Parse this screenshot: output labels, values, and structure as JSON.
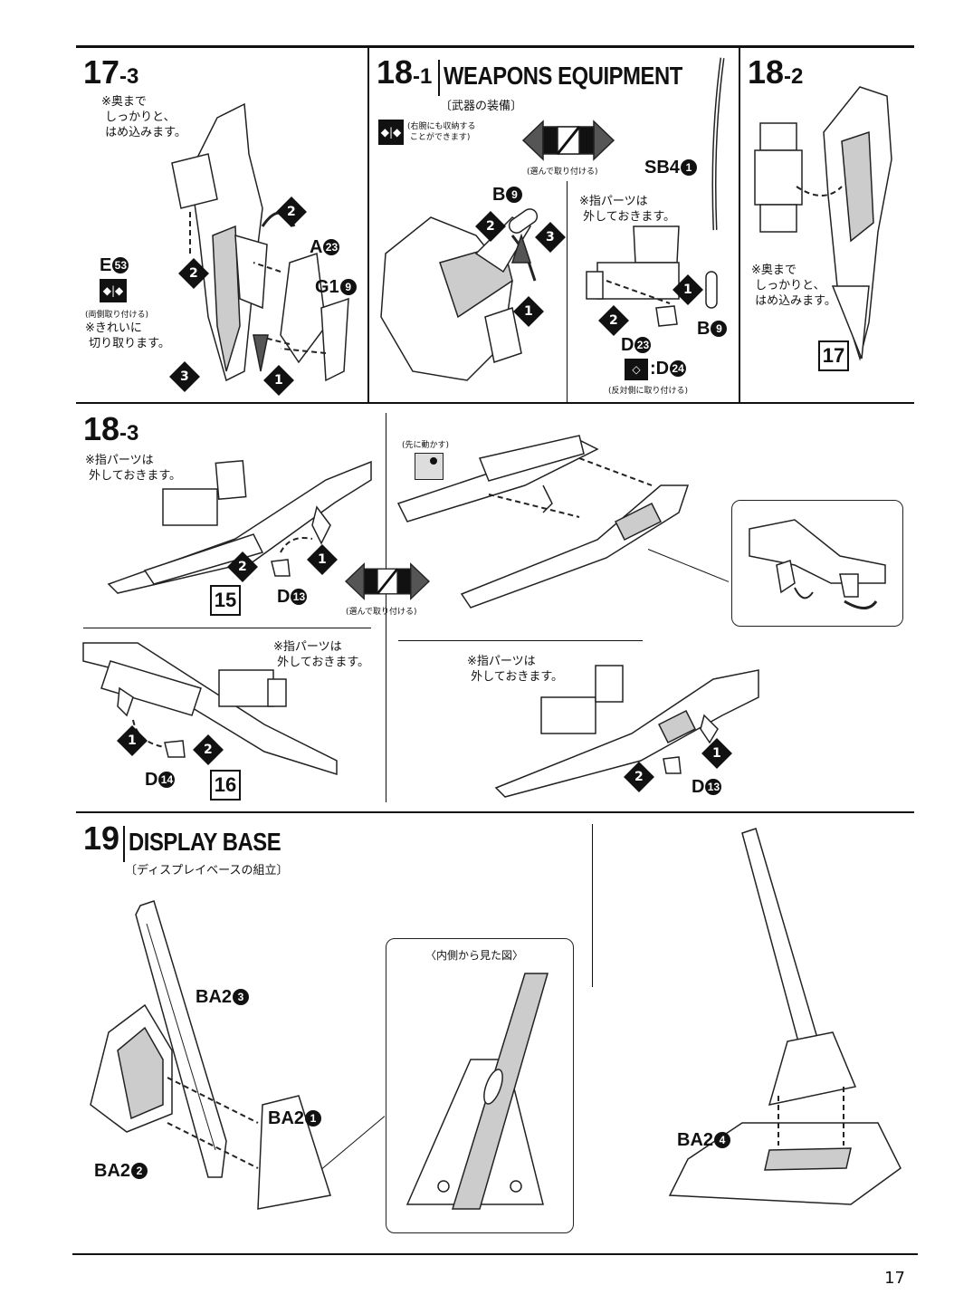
{
  "page_number": "17",
  "s17_3": {
    "num": "17",
    "sub": "-3",
    "note_top": "※奥まで\n しっかりと、\n はめ込みます。",
    "label_e": "E",
    "label_e_num": "53",
    "cut_both": "(両側取り付ける)",
    "note_cut": "※きれいに\n 切り取ります。",
    "label_a": "A",
    "label_a_num": "23",
    "label_g": "G1",
    "label_g_num": "9",
    "steps": [
      "1",
      "2",
      "3"
    ]
  },
  "s18_1": {
    "num": "18",
    "sub": "-1",
    "title": "WEAPONS EQUIPMENT",
    "subtitle": "〔武器の装備〕",
    "store_note": "(右腕にも収納する\n ことができます)",
    "choose": "(選んで取り付ける)",
    "label_b": "B",
    "label_b_num": "9",
    "label_sb": "SB4",
    "label_sb_num": "1",
    "finger_note": "※指パーツは\n 外しておきます。",
    "label_b2": "B",
    "label_b2_num": "9",
    "label_d": "D",
    "label_d_num": "23",
    "label_d2": ":D",
    "label_d2_num": "24",
    "opposite": "(反対側に取り付ける)"
  },
  "s18_2": {
    "num": "18",
    "sub": "-2",
    "note": "※奥まで\n しっかりと、\n はめ込みます。",
    "box": "17"
  },
  "s18_3": {
    "num": "18",
    "sub": "-3",
    "finger_note": "※指パーツは\n 外しておきます。",
    "box_a": "15",
    "label_d13": "D",
    "label_d13_num": "13",
    "move_first": "(先に動かす)",
    "choose": "(選んで取り付ける)",
    "finger_note_b": "※指パーツは\n 外しておきます。",
    "box_b": "16",
    "label_d14": "D",
    "label_d14_num": "14",
    "finger_note_c": "※指パーツは\n 外しておきます。",
    "label_d13b": "D",
    "label_d13b_num": "13"
  },
  "s19": {
    "num": "19",
    "title": "DISPLAY BASE",
    "subtitle": "〔ディスプレイベースの組立〕",
    "label_ba3": "BA2",
    "label_ba3_num": "3",
    "label_ba1": "BA2",
    "label_ba1_num": "1",
    "label_ba2": "BA2",
    "label_ba2_num": "2",
    "inside_view": "〈内側から見た図〉",
    "label_ba4": "BA2",
    "label_ba4_num": "4"
  }
}
